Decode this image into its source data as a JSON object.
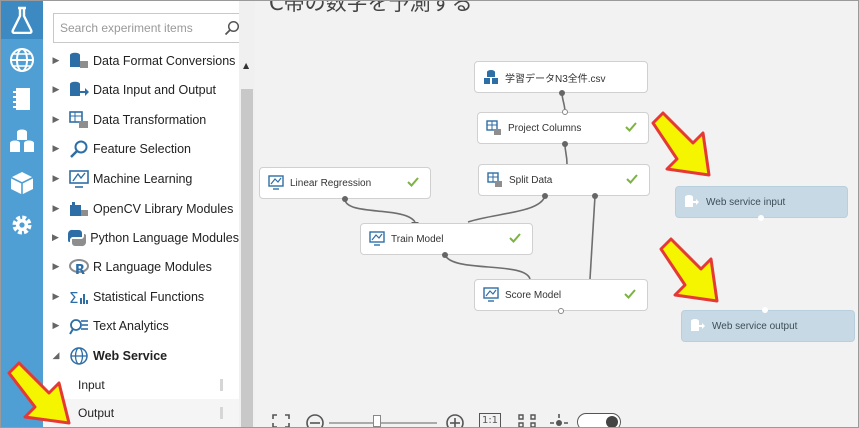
{
  "search": {
    "placeholder": "Search experiment items"
  },
  "palette": {
    "categories": [
      {
        "label": "Data Format Conversions",
        "icon": "data-format-icon"
      },
      {
        "label": "Data Input and Output",
        "icon": "data-io-icon"
      },
      {
        "label": "Data Transformation",
        "icon": "data-transformation-icon"
      },
      {
        "label": "Feature Selection",
        "icon": "feature-selection-icon"
      },
      {
        "label": "Machine Learning",
        "icon": "machine-learning-icon"
      },
      {
        "label": "OpenCV Library Modules",
        "icon": "opencv-icon"
      },
      {
        "label": "Python Language Modules",
        "icon": "python-icon"
      },
      {
        "label": "R Language Modules",
        "icon": "r-icon"
      },
      {
        "label": "Statistical Functions",
        "icon": "statistics-icon"
      },
      {
        "label": "Text Analytics",
        "icon": "text-analytics-icon"
      },
      {
        "label": "Web Service",
        "icon": "globe-icon"
      }
    ],
    "web_service_items": [
      {
        "label": "Input"
      },
      {
        "label": "Output"
      }
    ]
  },
  "canvas": {
    "title": "C帯の数字を予測する",
    "modules": {
      "dataset": {
        "label": "学習データN3全件.csv"
      },
      "project_columns": {
        "label": "Project Columns"
      },
      "split_data": {
        "label": "Split Data"
      },
      "linear_regression": {
        "label": "Linear Regression"
      },
      "train_model": {
        "label": "Train Model"
      },
      "score_model": {
        "label": "Score Model"
      },
      "ws_input": {
        "label": "Web service input"
      },
      "ws_output": {
        "label": "Web service output"
      }
    },
    "zoom_buttons": {
      "actual_size": "1:1"
    }
  },
  "colors": {
    "rail": "#4f9ed4",
    "canvas_bg": "#f2f2f2",
    "check": "#7cb342",
    "web_service_node": "#c7d9e5",
    "callout_fill": "#f5f500",
    "callout_stroke": "#e53935"
  }
}
